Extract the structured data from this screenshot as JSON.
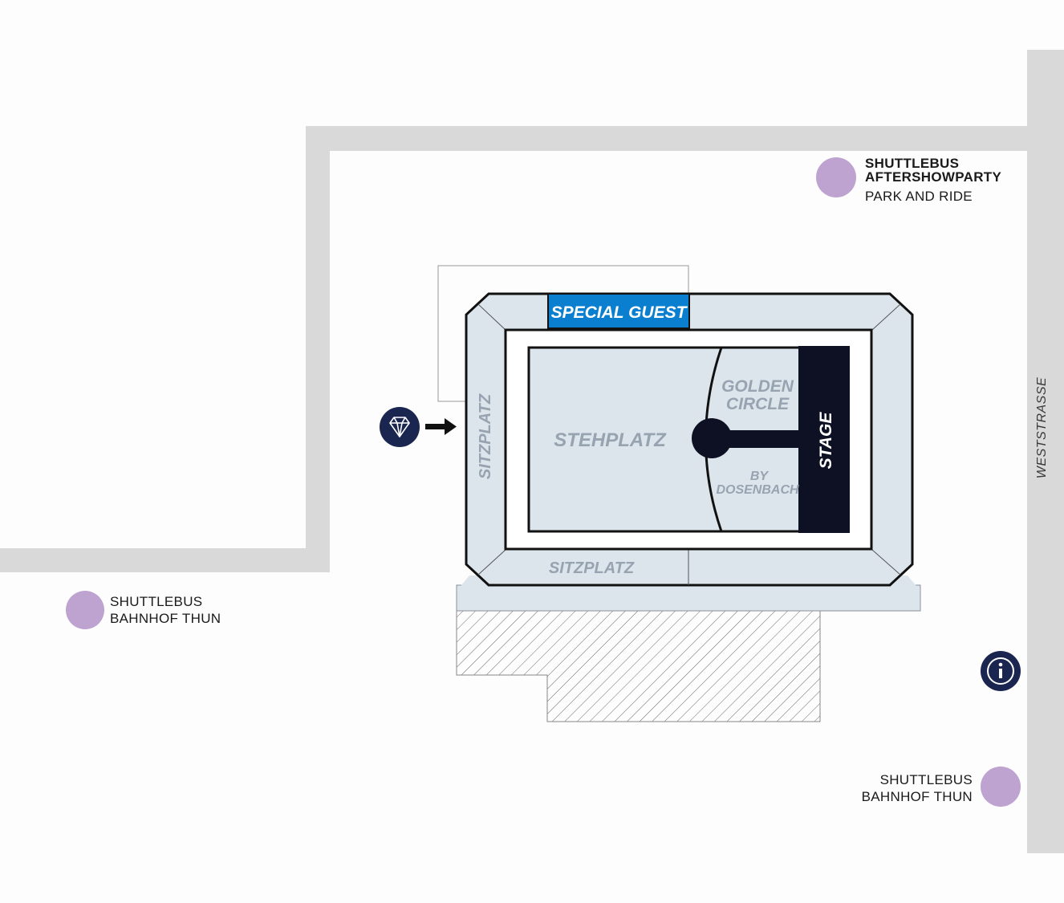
{
  "zones": {
    "special_guest": "SPECIAL GUEST",
    "stehplatz": "STEHPLATZ",
    "golden_circle_line1": "GOLDEN",
    "golden_circle_line2": "CIRCLE",
    "by_line1": "BY",
    "by_line2": "DOSENBACH",
    "stage": "STAGE",
    "sitzplatz_left": "SITZPLATZ",
    "sitzplatz_bottom": "SITZPLATZ"
  },
  "streets": {
    "weststrasse": "WESTSTRASSE"
  },
  "shuttles": {
    "top_right": {
      "line1": "SHUTTLEBUS",
      "line2": "AFTERSHOWPARTY",
      "line3": "PARK AND RIDE"
    },
    "left": {
      "line1": "SHUTTLEBUS",
      "line2": "BAHNHOF THUN"
    },
    "bottom_right": {
      "line1": "SHUTTLEBUS",
      "line2": "BAHNHOF THUN"
    }
  },
  "colors": {
    "road": "#d9d9d9",
    "seating": "#dce5ec",
    "stage": "#0e1123",
    "special_guest": "#0a7fcf",
    "shuttle_marker": "#bea3d1",
    "icon_navy": "#1a2550",
    "zone_text": "#97a3b0"
  },
  "icons": {
    "vip": "diamond-icon",
    "info": "info-icon",
    "entrance_arrow": "arrow-right-icon"
  }
}
